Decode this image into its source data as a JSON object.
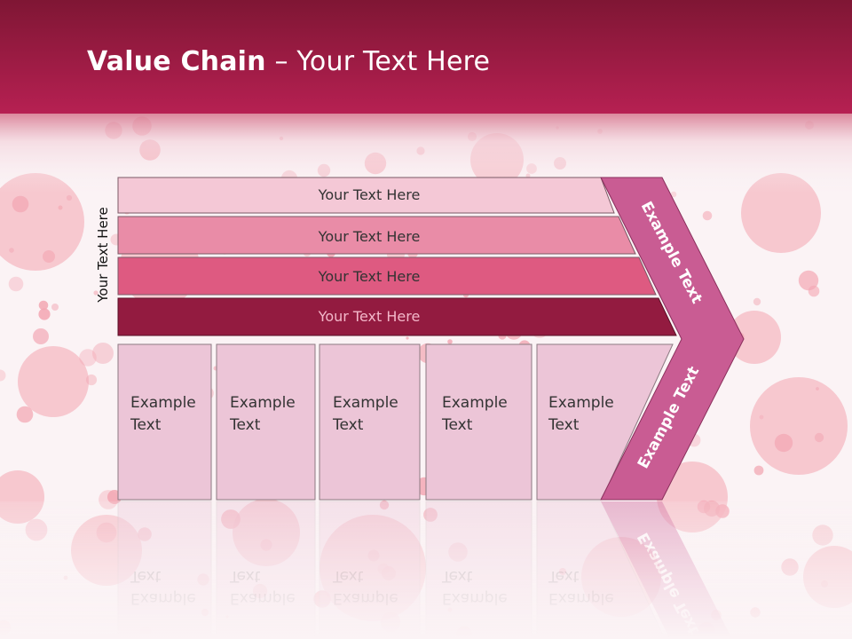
{
  "title": {
    "bold": "Value Chain",
    "rest": " – Your Text Here"
  },
  "side_label": "Your Text Here",
  "rows": [
    {
      "label": "Your Text Here",
      "fill": "#f4c8d6",
      "text_color": "#333333"
    },
    {
      "label": "Your Text Here",
      "fill": "#e98ca7",
      "text_color": "#333333"
    },
    {
      "label": "Your Text Here",
      "fill": "#de5a81",
      "text_color": "#333333"
    },
    {
      "label": "Your Text Here",
      "fill": "#931b40",
      "text_color": "#f3b7c9"
    }
  ],
  "columns": [
    {
      "line1": "Example",
      "line2": "Text"
    },
    {
      "line1": "Example",
      "line2": "Text"
    },
    {
      "line1": "Example",
      "line2": "Text"
    },
    {
      "line1": "Example",
      "line2": "Text"
    },
    {
      "line1": "Example",
      "line2": "Text"
    }
  ],
  "chevron": {
    "upper": "Example Text",
    "lower": "Example Text",
    "fill": "#c95c93"
  },
  "colors": {
    "header_dark": "#7f1634",
    "header_light": "#b62052",
    "column_fill": "#ecc5d7",
    "splatter": "#f08b9b"
  }
}
